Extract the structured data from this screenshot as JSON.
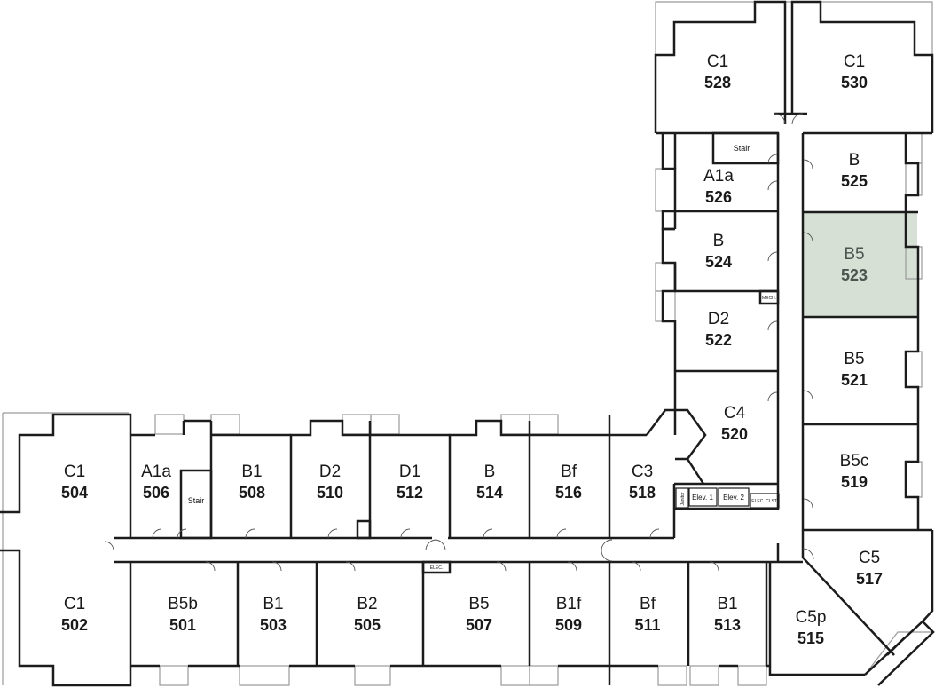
{
  "plan": {
    "selected_unit": "523",
    "selected_color": "#d6e0d4",
    "units": [
      {
        "id": "528",
        "type": "C1"
      },
      {
        "id": "530",
        "type": "C1"
      },
      {
        "id": "526",
        "type": "A1a"
      },
      {
        "id": "525",
        "type": "B"
      },
      {
        "id": "524",
        "type": "B"
      },
      {
        "id": "523",
        "type": "B5"
      },
      {
        "id": "522",
        "type": "D2"
      },
      {
        "id": "521",
        "type": "B5"
      },
      {
        "id": "520",
        "type": "C4"
      },
      {
        "id": "519",
        "type": "B5c"
      },
      {
        "id": "517",
        "type": "C5"
      },
      {
        "id": "515",
        "type": "C5p"
      },
      {
        "id": "504",
        "type": "C1"
      },
      {
        "id": "506",
        "type": "A1a"
      },
      {
        "id": "508",
        "type": "B1"
      },
      {
        "id": "510",
        "type": "D2"
      },
      {
        "id": "512",
        "type": "D1"
      },
      {
        "id": "514",
        "type": "B"
      },
      {
        "id": "516",
        "type": "Bf"
      },
      {
        "id": "518",
        "type": "C3"
      },
      {
        "id": "502",
        "type": "C1"
      },
      {
        "id": "501",
        "type": "B5b"
      },
      {
        "id": "503",
        "type": "B1"
      },
      {
        "id": "505",
        "type": "B2"
      },
      {
        "id": "507",
        "type": "B5"
      },
      {
        "id": "509",
        "type": "B1f"
      },
      {
        "id": "511",
        "type": "Bf"
      },
      {
        "id": "513",
        "type": "B1"
      }
    ],
    "utility": {
      "stair_east": "Stair",
      "stair_west": "Stair",
      "mech": "MECH.",
      "elev1": "Elev. 1",
      "elev2": "Elev. 2",
      "elec_clst": "ELEC. CLST.",
      "janitor": "Janitor",
      "elec": "ELEC."
    }
  }
}
